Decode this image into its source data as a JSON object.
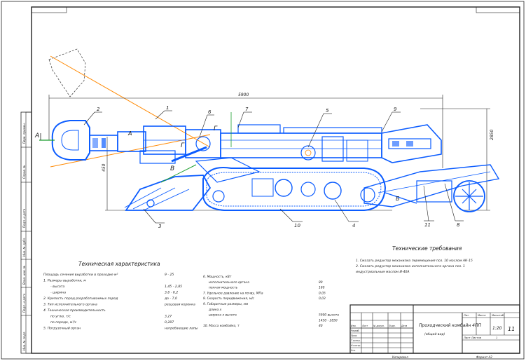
{
  "colors": {
    "machine": "#0b5cff",
    "lines": "#1a1a1a",
    "accent": "#ff8800",
    "green": "#1b9e2e"
  },
  "dimensions": {
    "length": "5900",
    "height_left": "450",
    "height_right": "2850"
  },
  "callouts": [
    "1",
    "2",
    "3",
    "4",
    "5",
    "6",
    "7",
    "8",
    "9",
    "10",
    "11"
  ],
  "section_marks": {
    "a": "А",
    "b": "Б",
    "v": "В",
    "g": "Г"
  },
  "tech_char": {
    "title": "Техническая характеристика",
    "lines": [
      {
        "label": "Площадь сечения выработки в проходке м²",
        "value": "9 - 25"
      },
      {
        "label": "1. Размеры выработки, м",
        "value": ""
      },
      {
        "label": "- высота",
        "value": "1,45 - 2,85"
      },
      {
        "label": "- ширина",
        "value": "3,6 - 6,2"
      },
      {
        "label": "2. Крепость пород разрабатываемых пород",
        "value": "до - 7,0"
      },
      {
        "label": "3. Тип исполнительного органа",
        "value": "резцовая коронка"
      },
      {
        "label": "4. Техническая производительность",
        "value": ""
      },
      {
        "label": "по углю, т/с",
        "value": "3,27"
      },
      {
        "label": "по породе, м³/с",
        "value": "0,287"
      },
      {
        "label": "5. Погрузочный орган",
        "value": "нагребающие лапы"
      }
    ],
    "lines2": [
      {
        "label": "6. Мощность, кВт",
        "value": ""
      },
      {
        "label": "исполнительного органа",
        "value": "80"
      },
      {
        "label": "полная мощность",
        "value": "180"
      },
      {
        "label": "7. Удельное давление на почву, МПа",
        "value": "0,05"
      },
      {
        "label": "8. Скорость передвижения, м/с",
        "value": "0,03"
      },
      {
        "label": "9. Габаритные размеры, мм",
        "value": ""
      },
      {
        "label": "длина х",
        "value": ""
      },
      {
        "label": "ширина х высота",
        "value": "5900   высота"
      },
      {
        "label": "",
        "value": "1450 - 2850"
      },
      {
        "label": "10. Масса комбайна, т",
        "value": "40"
      }
    ]
  },
  "tech_req": {
    "title": "Технические требования",
    "lines": [
      "1. Смазать редуктор механизма перемещения поз. 10 маслом АК-15",
      "2. Смазать редуктор механизма исполнительного органа поз. 1",
      "индустриальным маслом И-40А"
    ]
  },
  "title_block": {
    "name": "Проходческий комбайн 4ПП",
    "subtitle": "(общий вид)",
    "sheet": "11",
    "scale": "1:20",
    "format": "А2",
    "header_cells": [
      "Лит.",
      "Масса",
      "Масштаб"
    ],
    "row_labels": [
      "Изм.",
      "Лист",
      "№ докум.",
      "Подп.",
      "Дата"
    ],
    "roles": [
      "Разраб.",
      "Пров.",
      "Т.контр.",
      "Н.контр.",
      "Утв."
    ],
    "bottom_left": "Копировал",
    "bottom_right": "Формат   А2",
    "sheet_total": "Лист   Листов",
    "sheet_no": "1"
  },
  "side_stamps": [
    "Перв. примен.",
    "Справ. №",
    "Подп. и дата",
    "Инв. № дубл.",
    "Взам. инв. №",
    "Подп. и дата",
    "Инв. № подл."
  ]
}
